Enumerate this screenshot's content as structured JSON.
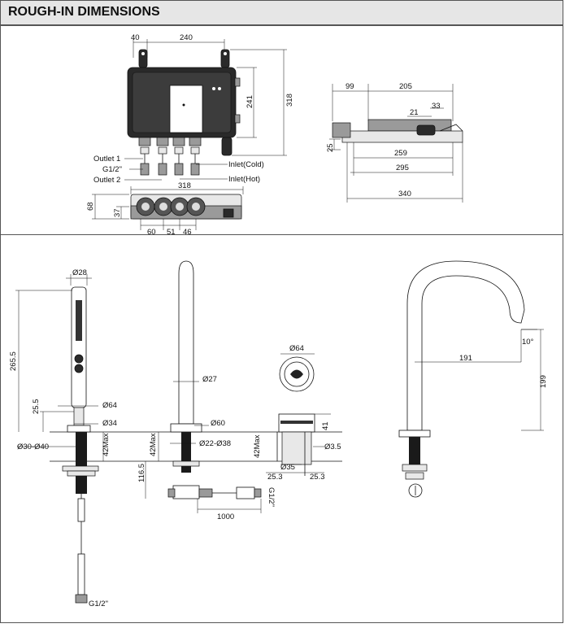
{
  "header": {
    "title": "ROUGH-IN DIMENSIONS"
  },
  "top_front": {
    "dim_40": "40",
    "dim_240": "240",
    "dim_241": "241",
    "dim_318": "318",
    "label_outlet1": "Outlet 1",
    "label_g12": "G1/2\"",
    "label_outlet2": "Outlet 2",
    "label_inlet_cold": "Inlet(Cold)",
    "label_inlet_hot": "Inlet(Hot)"
  },
  "top_bottom_view": {
    "dim_318": "318",
    "dim_68": "68",
    "dim_37": "37",
    "dim_60": "60",
    "dim_51": "51",
    "dim_46": "46"
  },
  "top_side": {
    "dim_99": "99",
    "dim_205": "205",
    "dim_21": "21",
    "dim_33": "33",
    "dim_25": "25",
    "dim_259": "259",
    "dim_295": "295",
    "dim_340": "340"
  },
  "handshower": {
    "dim_d28": "Ø28",
    "dim_265_5": "265.5",
    "dim_25_5": "25.5",
    "dim_d64": "Ø64",
    "dim_d34": "Ø34",
    "dim_d30_d40": "Ø30-Ø40",
    "dim_42max": "42Max",
    "label_g12": "G1/2\""
  },
  "spout_front": {
    "dim_d27": "Ø27",
    "dim_d60": "Ø60",
    "dim_42max": "42Max",
    "dim_d22_d38": "Ø22-Ø38",
    "dim_116_5": "116.5",
    "dim_1000": "1000",
    "label_g12": "G1/2\""
  },
  "handle": {
    "dim_d64": "Ø64",
    "dim_41": "41",
    "dim_42max": "42Max",
    "dim_3_5": "Ø3.5",
    "dim_d35": "Ø35",
    "dim_25_3_left": "25.3",
    "dim_25_3_right": "25.3"
  },
  "spout_side": {
    "dim_191": "191",
    "dim_199": "199",
    "dim_10deg": "10°"
  }
}
